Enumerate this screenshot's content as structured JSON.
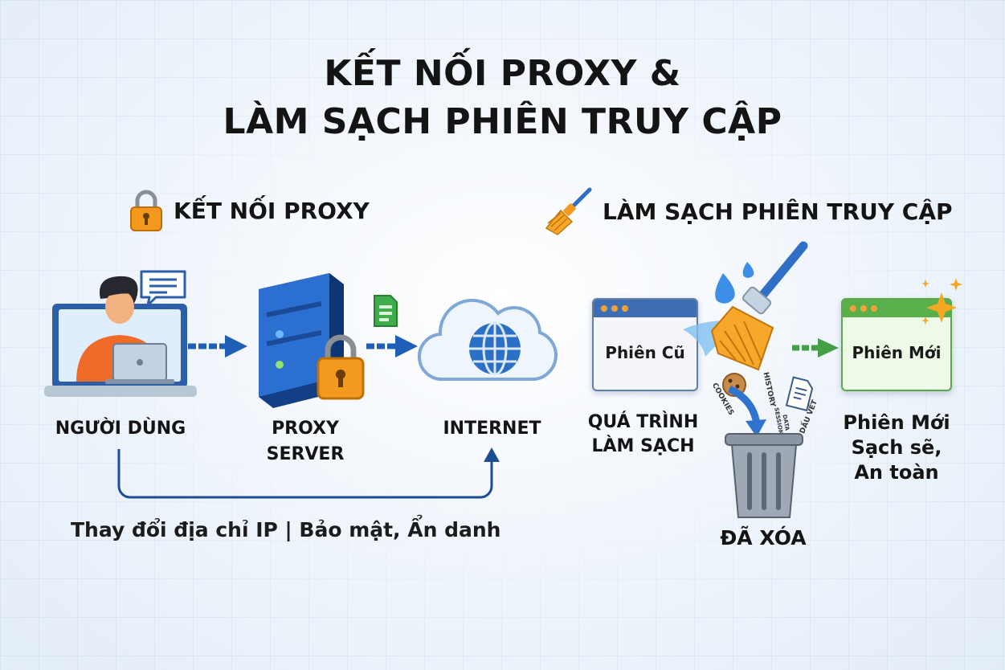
{
  "title": {
    "line1": "KẾT NỐI PROXY &",
    "line2": "LÀM SẠCH PHIÊN TRUY CẬP"
  },
  "proxy_section": {
    "heading": "KẾT NỐI PROXY",
    "user_label": "NGƯỜI DÙNG",
    "proxy_label_line1": "PROXY",
    "proxy_label_line2": "SERVER",
    "internet_label": "INTERNET",
    "note": "Thay đổi địa chỉ IP | Bảo mật, Ẩn danh",
    "icons": [
      "lock-icon",
      "user-laptop-icon",
      "chat-bubble-icon",
      "server-icon",
      "document-icon",
      "cloud-globe-icon"
    ]
  },
  "cleanup_section": {
    "heading": "LÀM SẠCH PHIÊN TRUY CẬP",
    "old_session": "Phiên Cũ",
    "new_session": "Phiên Mới",
    "process_label_line1": "QUÁ TRÌNH",
    "process_label_line2": "LÀM SẠCH",
    "deleted_label": "ĐÃ XÓA",
    "result_line1": "Phiên Mới",
    "result_line2": "Sạch sẽ,",
    "result_line3": "An toàn",
    "tags": {
      "cookies": "COOKIES",
      "history": "HISTORY",
      "session": "SESSION",
      "data": "DATA",
      "traces": "DẤU VẾT"
    },
    "icons": [
      "broom-icon",
      "water-drop-icon",
      "trash-icon",
      "cookie-icon",
      "sparkle-icon"
    ]
  },
  "colors": {
    "blue": "#1f5fb8",
    "orange": "#f39a1e",
    "green": "#4caf50",
    "text": "#141414"
  }
}
